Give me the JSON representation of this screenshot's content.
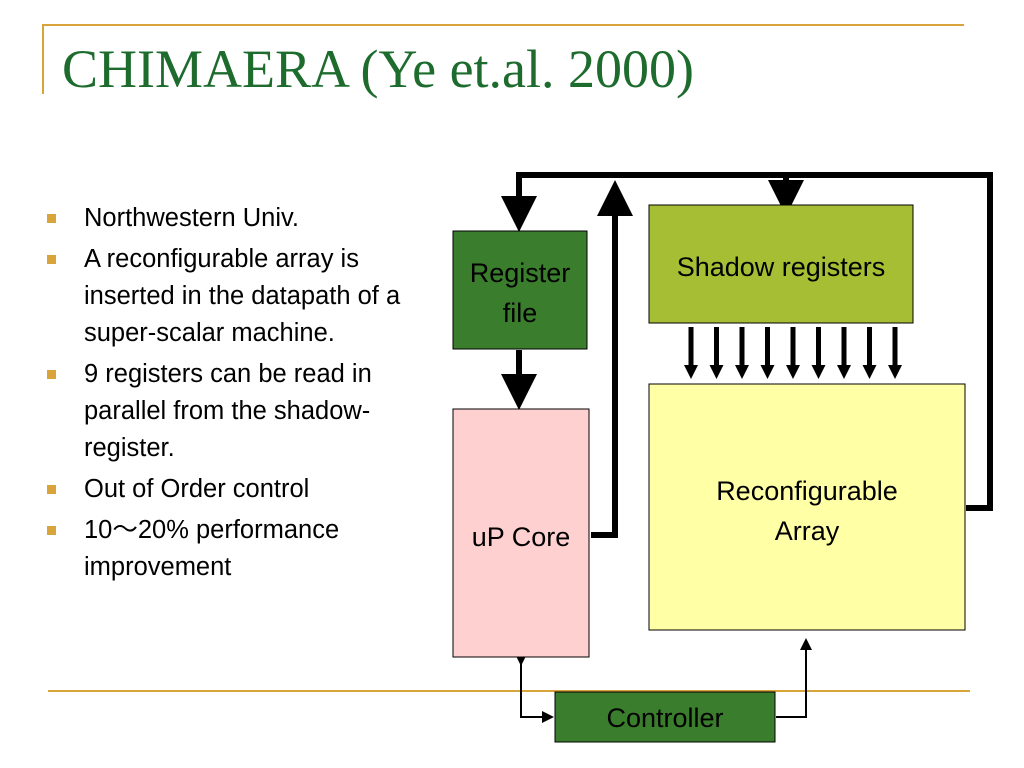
{
  "slide": {
    "title": "CHIMAERA (Ye et.al. 2000)",
    "accent_color": "#d9a43a",
    "title_color": "#1e6b2e"
  },
  "bullets": [
    "Northwestern Univ.",
    "A reconfigurable array is inserted in the datapath of a super-scalar machine.",
    "9 registers can be read in parallel from the shadow-register.",
    "Out of Order control",
    "10～20% performance improvement"
  ],
  "diagram": {
    "register_file": {
      "lines": [
        "Register",
        "file"
      ],
      "color": "#3a7d2c"
    },
    "up_core": {
      "lines": [
        "uP Core"
      ],
      "color": "#ffd0d0"
    },
    "shadow_registers": {
      "lines": [
        "Shadow registers"
      ],
      "color": "#a6be33"
    },
    "reconfigurable_array": {
      "lines": [
        "Reconfigurable",
        "Array"
      ],
      "color": "#ffffa6"
    },
    "controller": {
      "lines": [
        "Controller"
      ],
      "color": "#3a7d2c"
    },
    "parallel_read_count": 9
  }
}
